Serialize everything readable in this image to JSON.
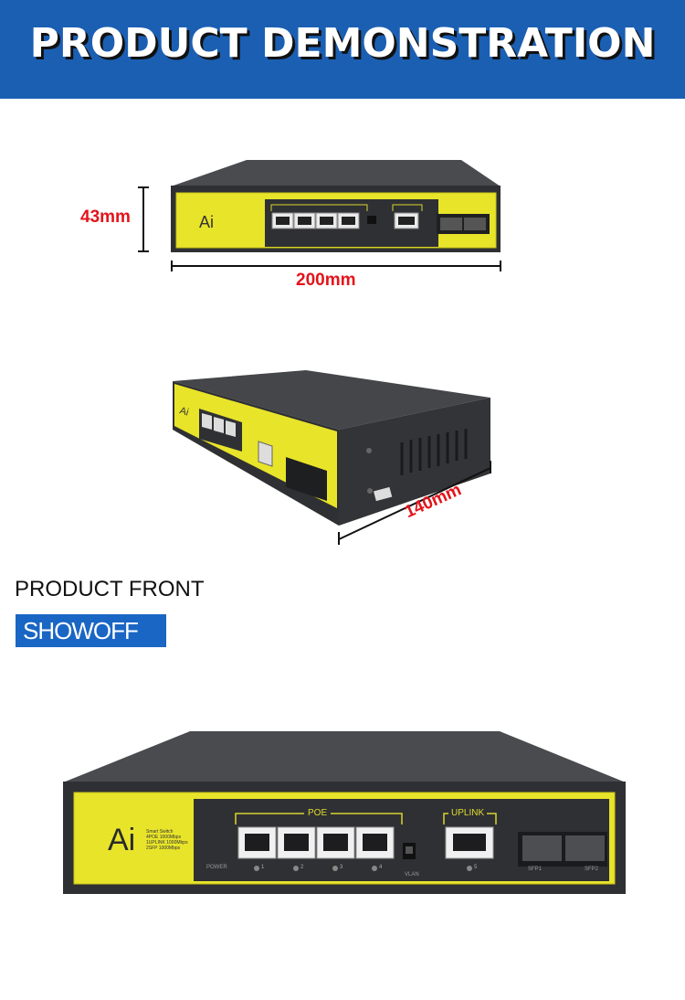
{
  "header": {
    "title": "PRODUCT DEMONSTRATION"
  },
  "dimensions": {
    "height": "43mm",
    "width": "200mm",
    "depth": "140mm"
  },
  "section": {
    "title": "PRODUCT FRONT",
    "tag": "SHOWOFF"
  },
  "device": {
    "logo": "Ai",
    "spec_lines": [
      "Smart Switch",
      "4POE 1000Mbps",
      "1UPLINK 1000Mbps",
      "2SFP 1000Mbps"
    ],
    "poe_label": "POE",
    "uplink_label": "UPLINK",
    "power_label": "POWER",
    "vlan_label": "VLAN",
    "port_numbers": [
      "1",
      "2",
      "3",
      "4",
      "5"
    ],
    "sfp_labels": [
      "SFP1",
      "SFP2"
    ],
    "colors": {
      "panel": "#e8e42a",
      "body": "#3c3d40",
      "accent_banner": "#1b5fb3",
      "dimension_text": "#e3141b"
    }
  }
}
